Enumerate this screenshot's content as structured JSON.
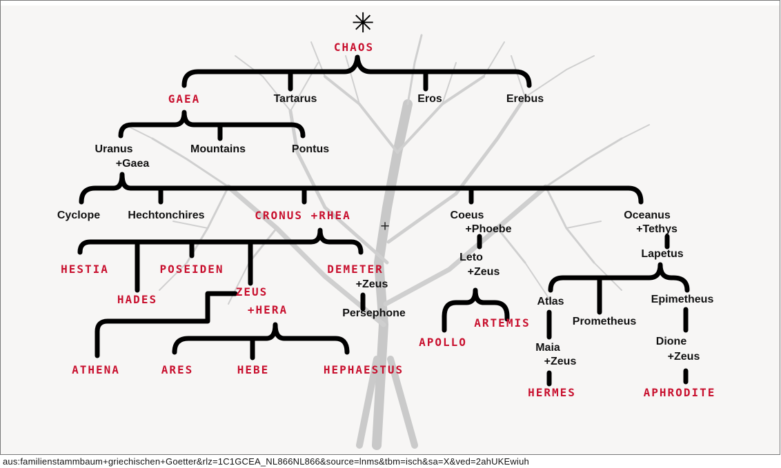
{
  "diagram": {
    "root_symbol": "✳",
    "cursor_symbol": "+",
    "nodes": {
      "chaos": "CHAOS",
      "gaea": "GAEA",
      "tartarus": "Tartarus",
      "eros": "Eros",
      "erebus": "Erebus",
      "uranus": "Uranus",
      "uranus_spouse": "+Gaea",
      "mountains": "Mountains",
      "pontus": "Pontus",
      "cyclope": "Cyclope",
      "hechtonchires": "Hechtonchires",
      "cronus_rhea": "CRONUS +RHEA",
      "coeus": "Coeus",
      "coeus_spouse": "+Phoebe",
      "oceanus": "Oceanus",
      "oceanus_spouse": "+Tethys",
      "hestia": "HESTIA",
      "hades": "HADES",
      "poseiden": "POSEIDEN",
      "zeus": "ZEUS",
      "hera": "+HERA",
      "demeter": "DEMETER",
      "demeter_spouse": "+Zeus",
      "persephone": "Persephone",
      "leto": "Leto",
      "leto_spouse": "+Zeus",
      "apollo": "APOLLO",
      "artemis": "ARTEMIS",
      "lapetus": "Lapetus",
      "atlas": "Atlas",
      "prometheus": "Prometheus",
      "epimetheus": "Epimetheus",
      "maia": "Maia",
      "maia_spouse": "+Zeus",
      "hermes": "HERMES",
      "dione": "Dione",
      "dione_spouse": "+Zeus",
      "aphrodite": "APHRODITE",
      "athena": "ATHENA",
      "ares": "ARES",
      "hebe": "HEBE",
      "hephaestus": "HEPHAESTUS"
    }
  },
  "caption": "aus:familienstammbaum+griechischen+Goetter&rlz=1C1GCEA_NL866NL866&source=lnms&tbm=isch&sa=X&ved=2ahUKEwiuh"
}
